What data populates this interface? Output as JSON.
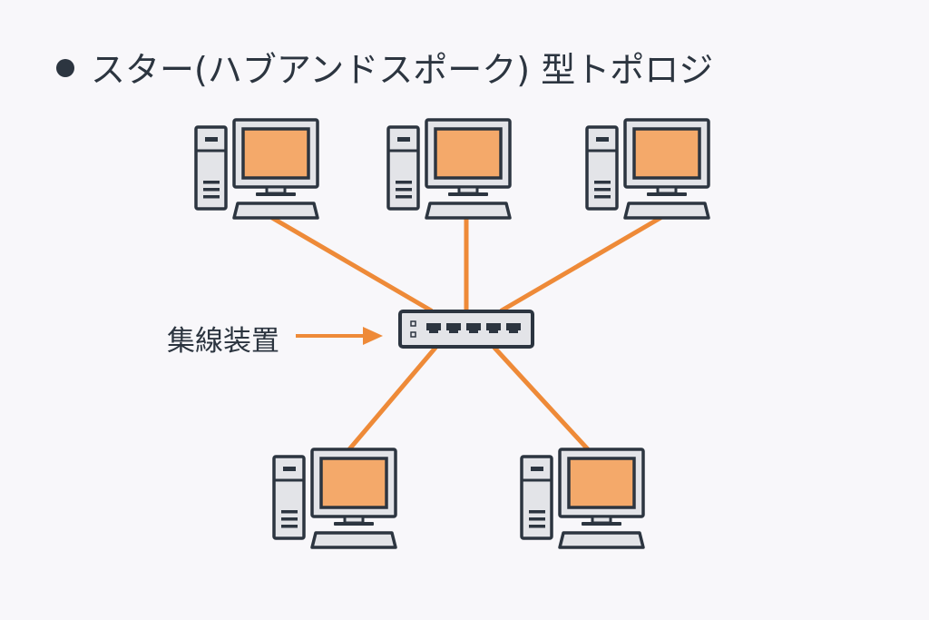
{
  "title": {
    "bullet": "bullet-dot",
    "text": "スター(ハブアンドスポーク) 型トポロジ"
  },
  "hub": {
    "label": "集線装置",
    "icon": "network-switch-icon",
    "port_count": 5
  },
  "nodes": [
    {
      "id": "pc-top-left",
      "icon": "desktop-computer-icon"
    },
    {
      "id": "pc-top-center",
      "icon": "desktop-computer-icon"
    },
    {
      "id": "pc-top-right",
      "icon": "desktop-computer-icon"
    },
    {
      "id": "pc-bottom-left",
      "icon": "desktop-computer-icon"
    },
    {
      "id": "pc-bottom-right",
      "icon": "desktop-computer-icon"
    }
  ],
  "colors": {
    "background": "#f8f7fa",
    "outline": "#2c3540",
    "screen": "#f4a96a",
    "body": "#e3e4e8",
    "link": "#ee8a38",
    "text": "#2c3540"
  }
}
